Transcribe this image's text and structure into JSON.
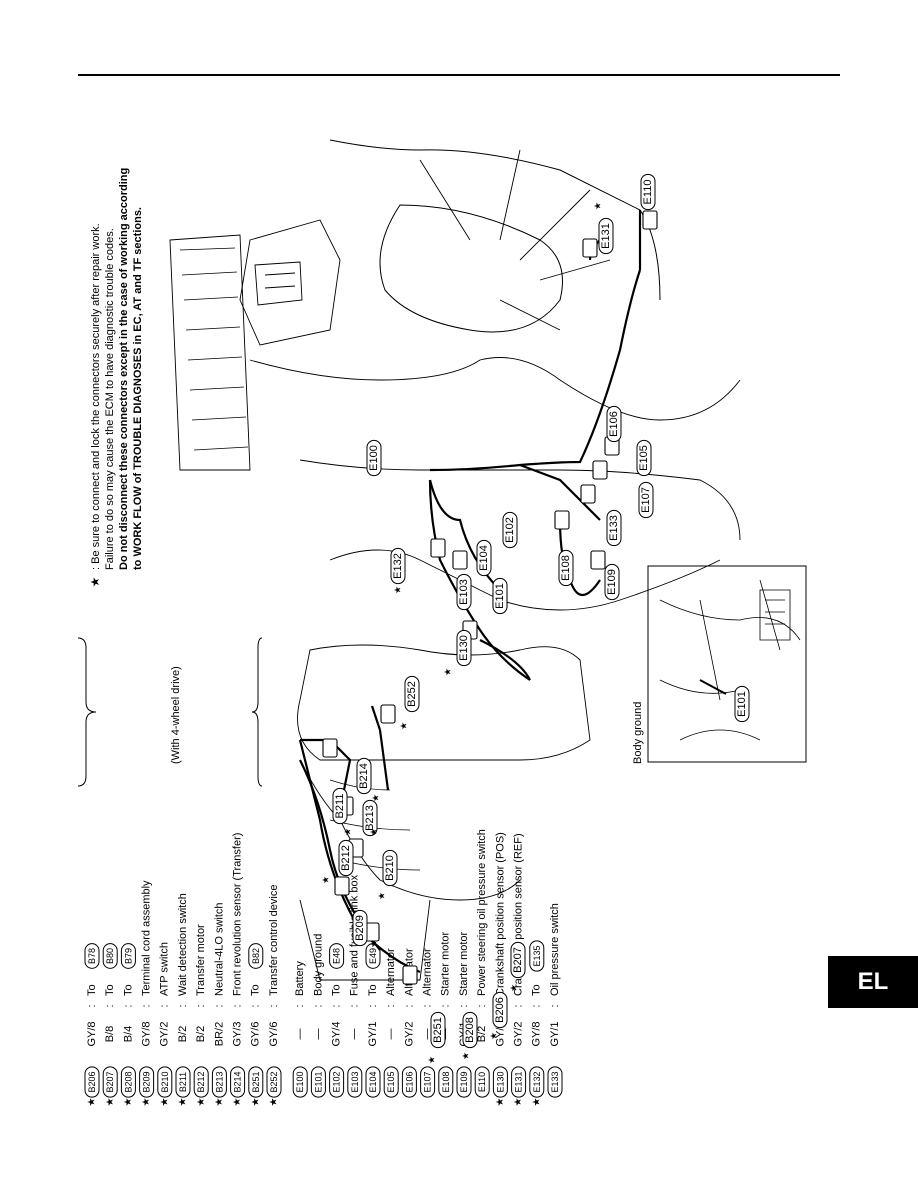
{
  "section_tab": "EL",
  "notes": {
    "star": "★",
    "line1": ": Be sure to connect and lock the connectors securely after repair work.",
    "line2": "Failure to do so may cause the ECM to have diagnostic trouble codes.",
    "line3": "Do not disconnect these connectors except in the case of working according",
    "line4": "to WORK FLOW of TROUBLE DIAGNOSES in EC, AT and TF sections."
  },
  "inset_label": "Body ground",
  "group_label": "(With 4-wheel drive)",
  "legend": [
    {
      "star": true,
      "id": "B206",
      "wire": "GY/8",
      "desc": "To",
      "ref": "B78"
    },
    {
      "star": true,
      "id": "B207",
      "wire": "B/8",
      "desc": "To",
      "ref": "B80"
    },
    {
      "star": true,
      "id": "B208",
      "wire": "B/4",
      "desc": "To",
      "ref": "B79"
    },
    {
      "star": true,
      "id": "B209",
      "wire": "GY/8",
      "desc": "Terminal cord assembly",
      "ref": ""
    },
    {
      "star": true,
      "id": "B210",
      "wire": "GY/2",
      "desc": "ATP switch",
      "ref": ""
    },
    {
      "star": true,
      "id": "B211",
      "wire": "B/2",
      "desc": "Wait detection switch",
      "ref": ""
    },
    {
      "star": true,
      "id": "B212",
      "wire": "B/2",
      "desc": "Transfer motor",
      "ref": ""
    },
    {
      "star": true,
      "id": "B213",
      "wire": "BR/2",
      "desc": "Neutral-4LO switch",
      "ref": ""
    },
    {
      "star": true,
      "id": "B214",
      "wire": "GY/3",
      "desc": "Front revolution sensor (Transfer)",
      "ref": ""
    },
    {
      "star": true,
      "id": "B251",
      "wire": "GY/6",
      "desc": "To",
      "ref": "B82"
    },
    {
      "star": true,
      "id": "B252",
      "wire": "GY/6",
      "desc": "Transfer control device",
      "ref": ""
    },
    {
      "star": false,
      "id": "E100",
      "wire": "—",
      "desc": "Battery",
      "ref": ""
    },
    {
      "star": false,
      "id": "E101",
      "wire": "—",
      "desc": "Body ground",
      "ref": ""
    },
    {
      "star": false,
      "id": "E102",
      "wire": "GY/4",
      "desc": "To",
      "ref": "E48"
    },
    {
      "star": false,
      "id": "E103",
      "wire": "—",
      "desc": "Fuse and fusible link box",
      "ref": ""
    },
    {
      "star": false,
      "id": "E104",
      "wire": "GY/1",
      "desc": "To",
      "ref": "E49"
    },
    {
      "star": false,
      "id": "E105",
      "wire": "—",
      "desc": "Alternator",
      "ref": ""
    },
    {
      "star": false,
      "id": "E106",
      "wire": "GY/2",
      "desc": "Alternator",
      "ref": ""
    },
    {
      "star": false,
      "id": "E107",
      "wire": "—",
      "desc": "Alternator",
      "ref": ""
    },
    {
      "star": false,
      "id": "E108",
      "wire": "—",
      "desc": "Starter motor",
      "ref": ""
    },
    {
      "star": false,
      "id": "E109",
      "wire": "GY/1",
      "desc": "Starter motor",
      "ref": ""
    },
    {
      "star": false,
      "id": "E110",
      "wire": "B/2",
      "desc": "Power steering oil pressure switch",
      "ref": ""
    },
    {
      "star": true,
      "id": "E130",
      "wire": "GY/3",
      "desc": "Crankshaft position sensor (POS)",
      "ref": ""
    },
    {
      "star": true,
      "id": "E131",
      "wire": "GY/2",
      "desc": "Crankshaft position sensor (REF)",
      "ref": ""
    },
    {
      "star": true,
      "id": "E132",
      "wire": "GY/8",
      "desc": "To",
      "ref": "E135"
    },
    {
      "star": false,
      "id": "E133",
      "wire": "GY/1",
      "desc": "Oil pressure switch",
      "ref": ""
    }
  ],
  "callouts": {
    "B251": "B251",
    "B208": "B208",
    "B206": "B206",
    "B207": "B207",
    "B209": "B209",
    "B210": "B210",
    "B212": "B212",
    "B213": "B213",
    "B211": "B211",
    "B214": "B214",
    "B252": "B252",
    "E130": "E130",
    "E101": "E101",
    "E103": "E103",
    "E104": "E104",
    "E102": "E102",
    "E132": "E132",
    "E100": "E100",
    "E108": "E108",
    "E109": "E109",
    "E133": "E133",
    "E107": "E107",
    "E105": "E105",
    "E106": "E106",
    "E131": "E131",
    "E110": "E110",
    "E101_inset": "E101"
  }
}
